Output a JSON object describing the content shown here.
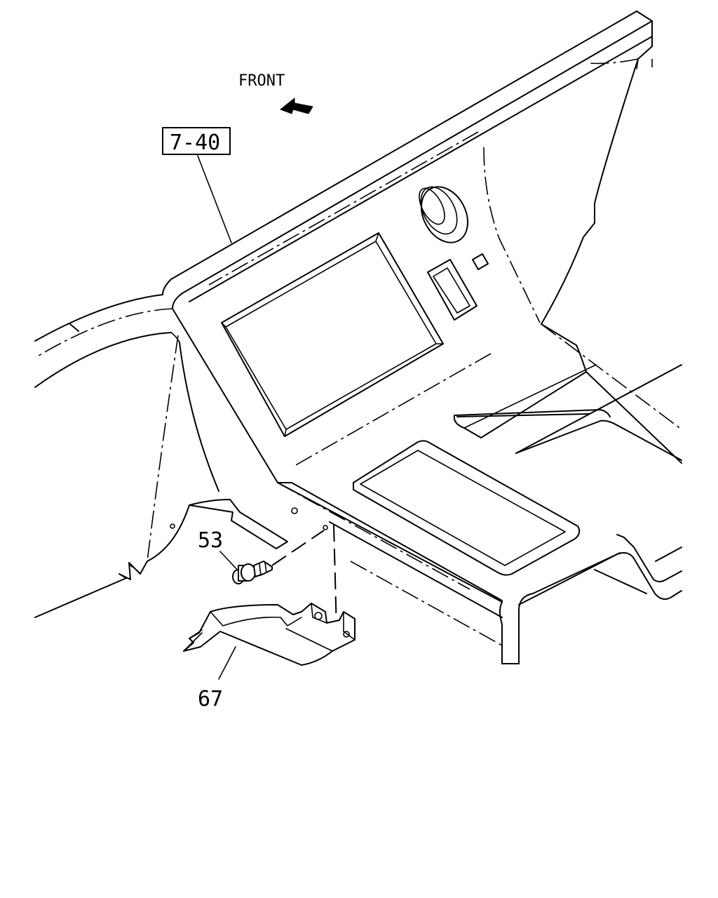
{
  "labels": {
    "front": "FRONT",
    "ref_box": "7-40",
    "part_53": "53",
    "part_67": "67"
  },
  "icons": {
    "front_arrow": "front-direction-arrow-icon"
  }
}
